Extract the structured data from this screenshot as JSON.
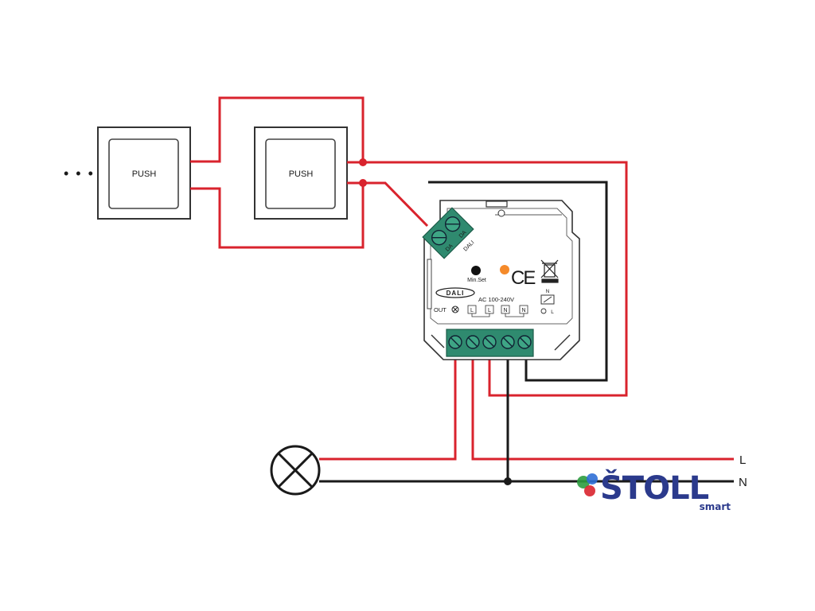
{
  "switches": [
    {
      "label": "PUSH"
    },
    {
      "label": "PUSH"
    }
  ],
  "continuation": "• • •",
  "module": {
    "dali_terminal_labels": [
      "DA",
      "DA"
    ],
    "dali_bus_label": "DALI",
    "min_set_label": "Min.Set",
    "ce_mark": "CE",
    "dali_logo": "DALI",
    "voltage": "AC 100-240V",
    "out_label": "OUT",
    "terminal_labels": [
      "L",
      "L",
      "N",
      "N"
    ],
    "side_symbol_labels": [
      "N",
      "L"
    ]
  },
  "lines": {
    "L": "L",
    "N": "N"
  },
  "brand": {
    "name": "ŠTOLL",
    "sub": "smart"
  },
  "colors": {
    "live": "#d9232d",
    "neutral": "#1a1a1a",
    "terminal": "#2f8a6f",
    "led": "#f58a2a"
  }
}
